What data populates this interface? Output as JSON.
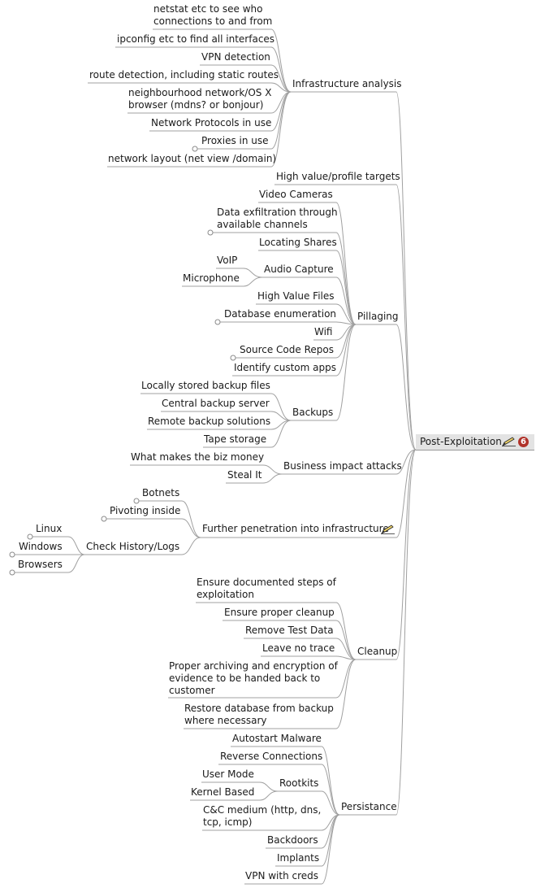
{
  "root": {
    "label": "Post-Exploitation",
    "badge": "6"
  },
  "infrastructure": {
    "label": "Infrastructure analysis",
    "netstat": "netstat etc to see who\nconnections to and from",
    "ipconfig": "ipconfig etc to find all interfaces",
    "vpn": "VPN detection",
    "route": "route detection, including static routes",
    "neighbourhood": "neighbourhood network/OS X\nbrowser (mdns? or bonjour)",
    "protocols": "Network Protocols in use",
    "proxies": "Proxies in use",
    "layout": "network layout (net view /domain)"
  },
  "high_value_targets": "High value/profile targets",
  "pillaging": {
    "label": "Pillaging",
    "video": "Video Cameras",
    "exfil": "Data exfiltration through\navailable channels",
    "shares": "Locating Shares",
    "audio": "Audio Capture",
    "voip": "VoIP",
    "microphone": "Microphone",
    "files": "High Value Files",
    "db": "Database enumeration",
    "wifi": "Wifi",
    "repos": "Source Code Repos",
    "apps": "Identify custom apps",
    "backups": {
      "label": "Backups",
      "local": "Locally stored backup files",
      "central": "Central backup server",
      "remote": "Remote backup solutions",
      "tape": "Tape storage"
    }
  },
  "business": {
    "label": "Business impact attacks",
    "money": "What makes the biz money",
    "steal": "Steal It"
  },
  "further": {
    "label": "Further penetration into infrastructure",
    "botnets": "Botnets",
    "pivoting": "Pivoting inside",
    "history": "Check History/Logs",
    "linux": "Linux",
    "windows": "Windows",
    "browsers": "Browsers"
  },
  "cleanup": {
    "label": "Cleanup",
    "documented": "Ensure documented steps of\nexploitation",
    "proper": "Ensure proper cleanup",
    "remove": "Remove Test Data",
    "trace": "Leave no trace",
    "archiving": "Proper archiving and encryption of\nevidence to be handed back to\ncustomer",
    "restore": "Restore database from backup\nwhere necessary"
  },
  "persistance": {
    "label": "Persistance",
    "autostart": "Autostart Malware",
    "reverse": "Reverse Connections",
    "rootkits": "Rootkits",
    "user_mode": "User Mode",
    "kernel": "Kernel Based",
    "cc": "C&C medium (http, dns,\ntcp, icmp)",
    "backdoors": "Backdoors",
    "implants": "Implants",
    "vpn_creds": "VPN with creds"
  }
}
